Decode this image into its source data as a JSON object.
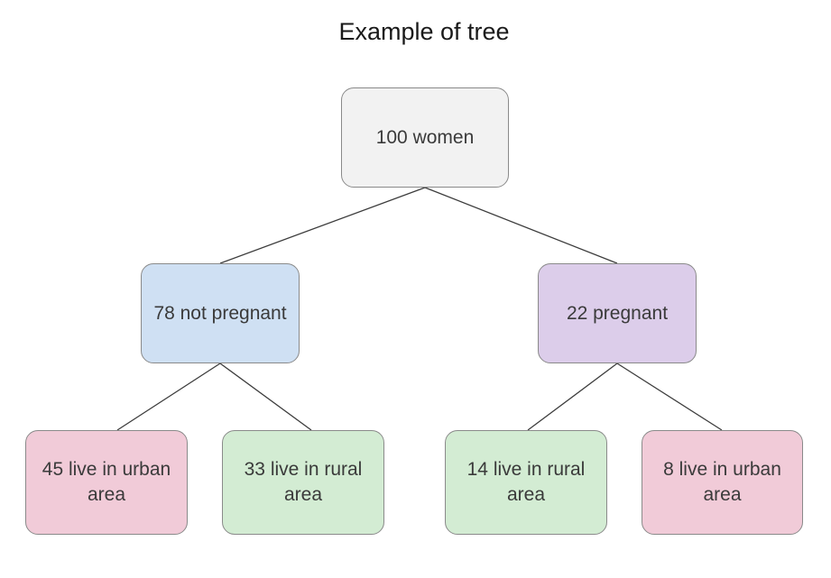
{
  "title": "Example of tree",
  "colors": {
    "root": "#f2f2f2",
    "not_pregnant": "#cfe0f3",
    "pregnant": "#dccdea",
    "urban": "#f1cbd8",
    "rural": "#d3ecd3"
  },
  "nodes": {
    "root": {
      "text": "100 women"
    },
    "not_pregnant": {
      "text": "78 not pregnant"
    },
    "pregnant": {
      "text": "22 pregnant"
    },
    "np_urban": {
      "text": "45 live in urban area"
    },
    "np_rural": {
      "text": "33 live in rural area"
    },
    "p_rural": {
      "text": "14 live in rural area"
    },
    "p_urban": {
      "text": "8 live in urban area"
    }
  }
}
